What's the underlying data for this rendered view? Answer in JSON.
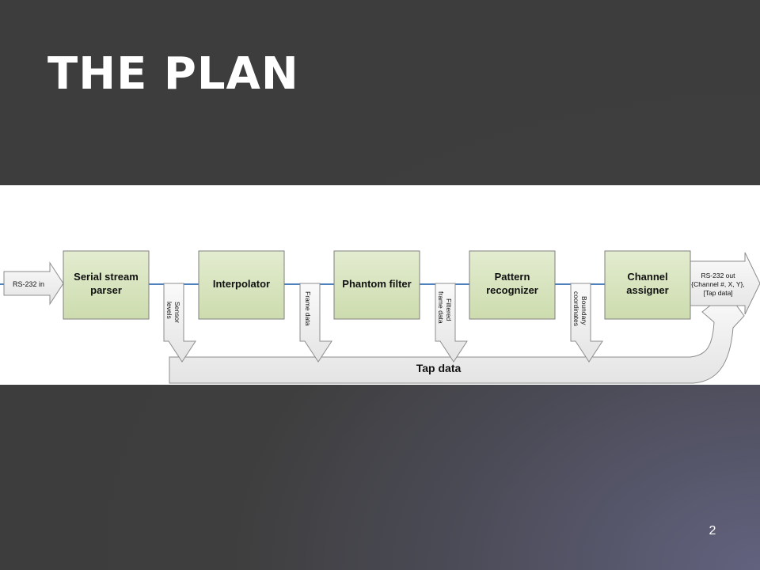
{
  "slide": {
    "title": "THE PLAN",
    "page_number": "2"
  },
  "diagram": {
    "input_label": "RS-232 in",
    "blocks": [
      {
        "line1": "Serial stream",
        "line2": "parser"
      },
      {
        "line1": "Interpolator",
        "line2": ""
      },
      {
        "line1": "Phantom filter",
        "line2": ""
      },
      {
        "line1": "Pattern",
        "line2": "recognizer"
      },
      {
        "line1": "Channel",
        "line2": "assigner"
      }
    ],
    "side_labels": [
      {
        "line1": "Sensor",
        "line2": "levels"
      },
      {
        "line1": "Frame data",
        "line2": ""
      },
      {
        "line1": "Filtered",
        "line2": "frame data"
      },
      {
        "line1": "Boundary",
        "line2": "coordinates"
      }
    ],
    "output_label": {
      "line1": "RS-232 out",
      "line2": "{Channel #, X, Y},",
      "line3": "[Tap data]"
    },
    "bus_label": "Tap data",
    "colors": {
      "block_fill": "#d7e4bd",
      "block_stroke": "#7f7f7f",
      "connector": "#4f81bd",
      "arrow_fill": "#f2f2f2"
    }
  }
}
